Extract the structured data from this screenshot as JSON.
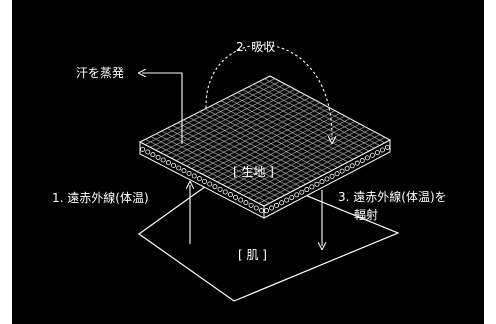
{
  "diagram": {
    "labels": {
      "sweat": "汗を蒸発",
      "absorb": "2. 吸収",
      "fabric": "[ 生地 ]",
      "far_ir_body": "1. 遠赤外線(体温)",
      "far_ir_radiate_line1": "3. 遠赤外線(体温)を",
      "far_ir_radiate_line2": "輻射",
      "skin": "[ 肌 ]"
    },
    "colors": {
      "background": "#000000",
      "foreground": "#ffffff"
    }
  }
}
